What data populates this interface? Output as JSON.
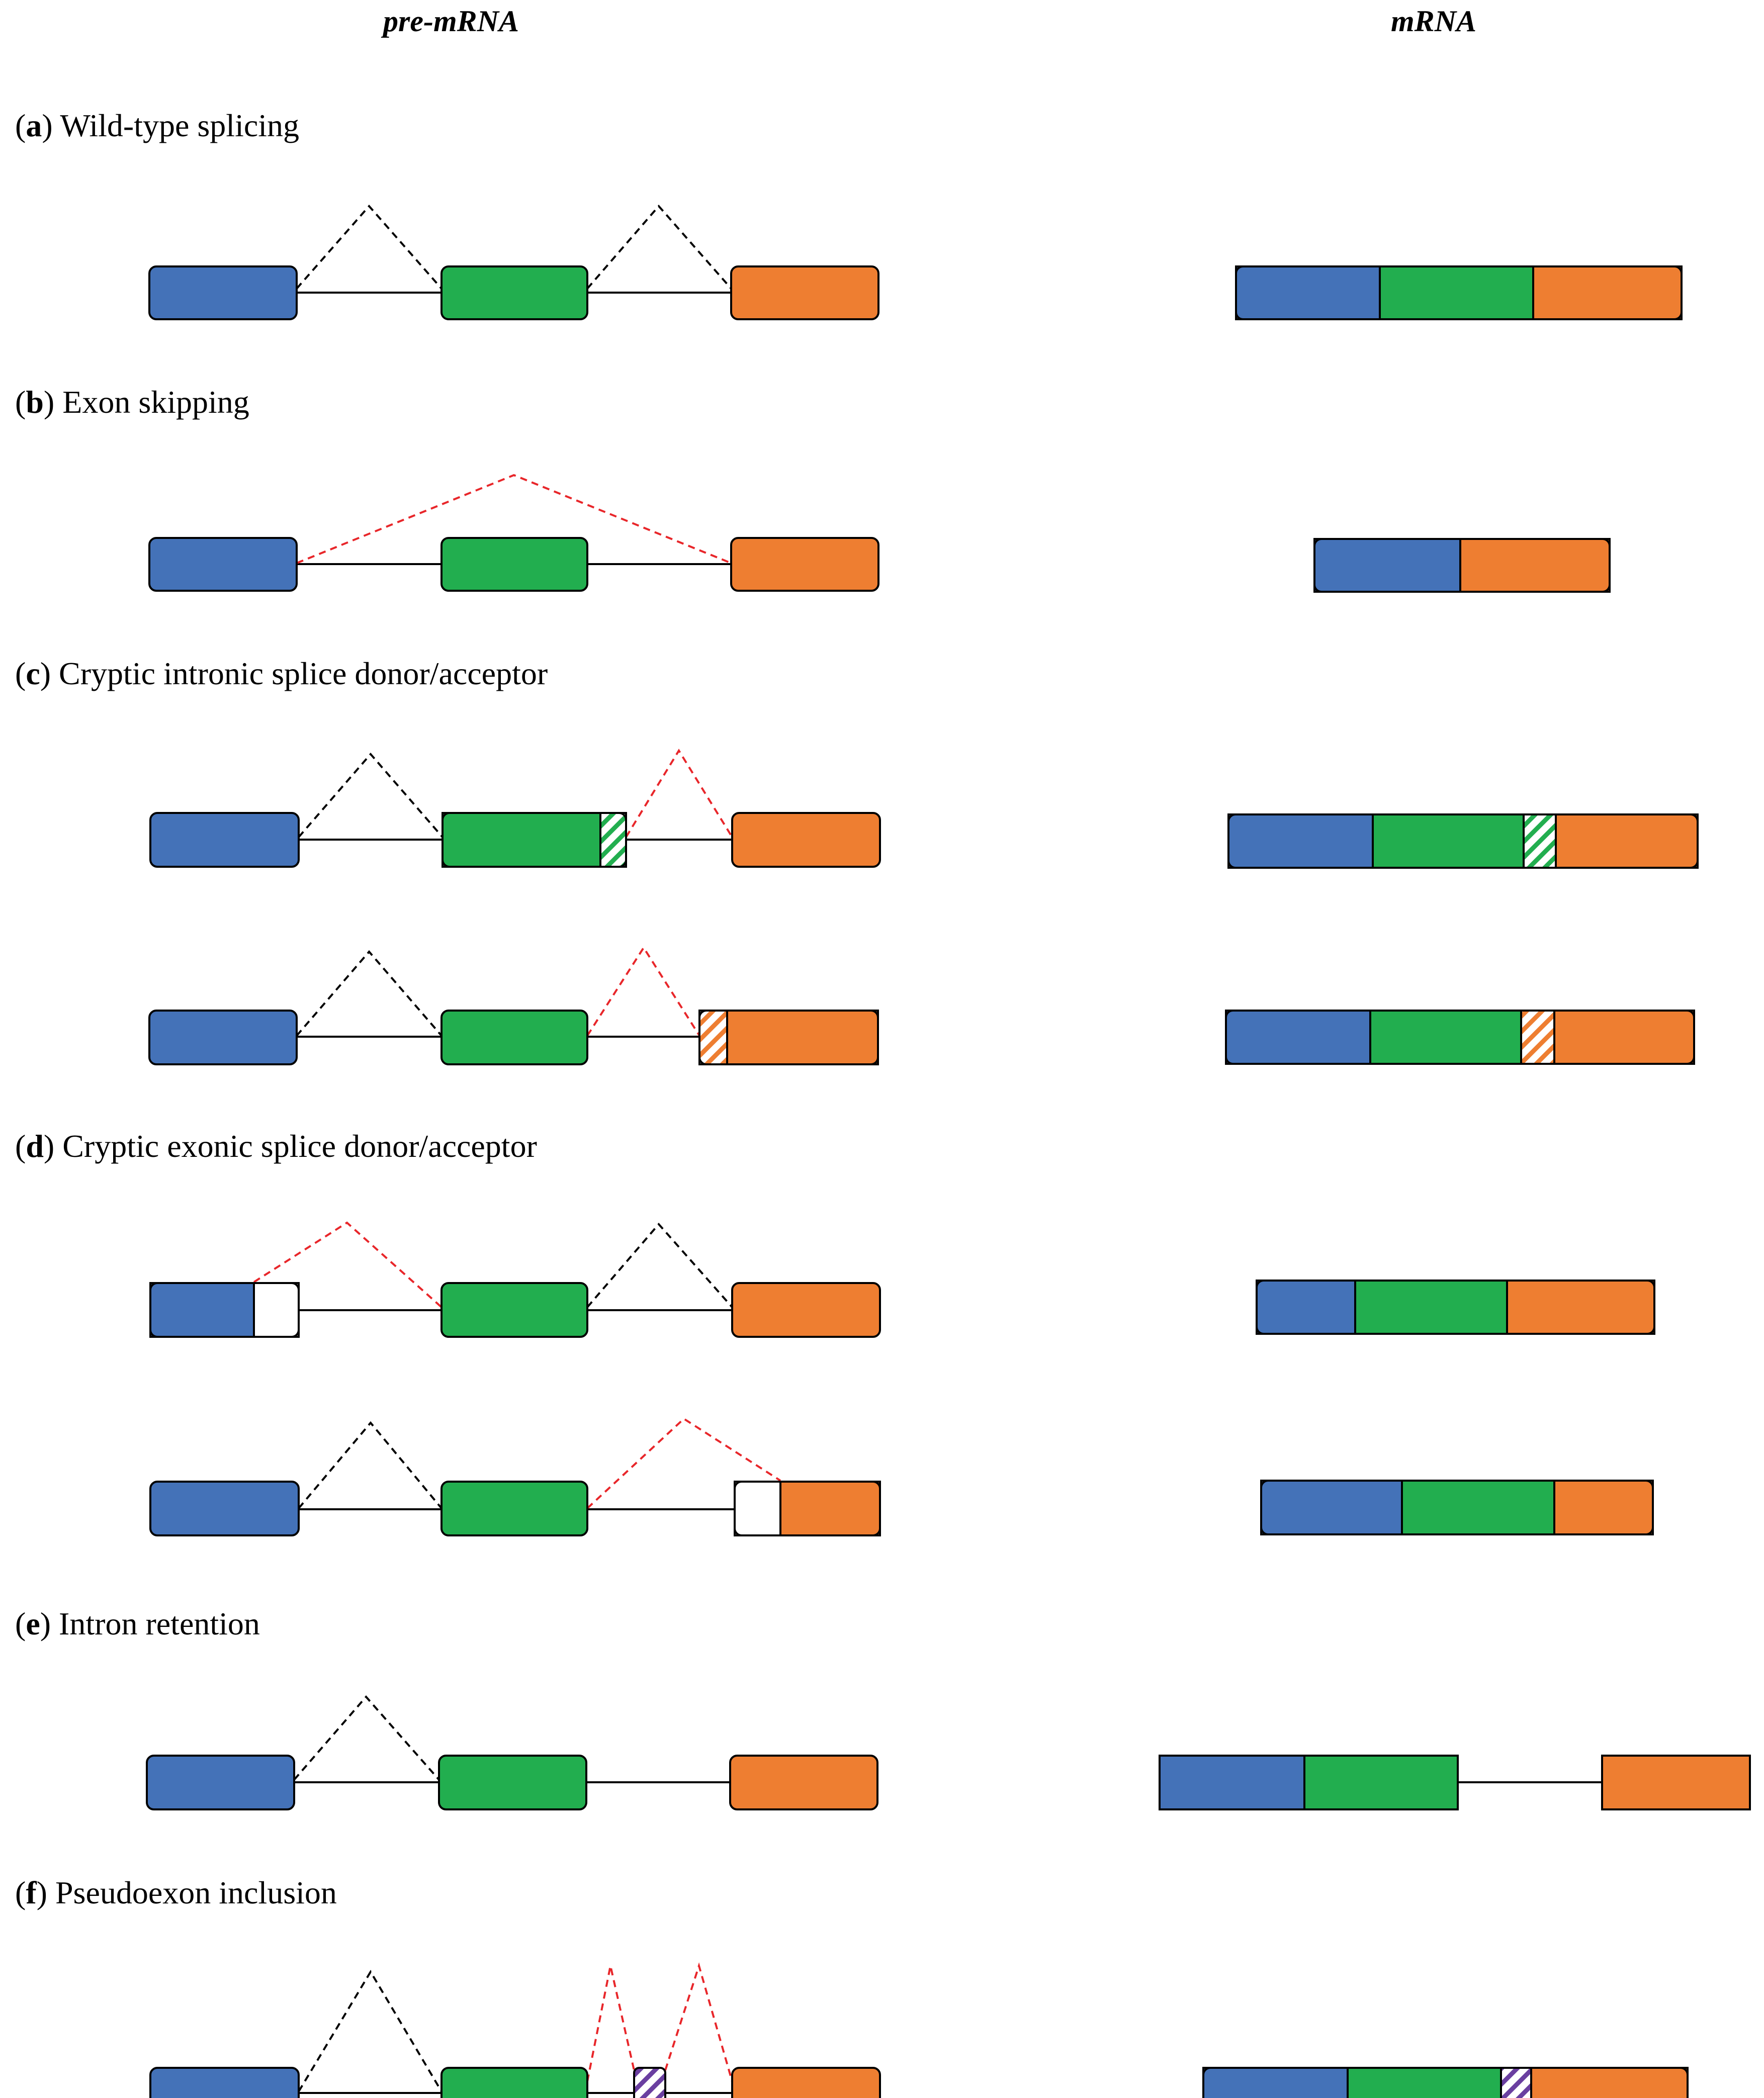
{
  "headers": {
    "left": "pre-mRNA",
    "right": "mRNA"
  },
  "sections": [
    {
      "letter": "a",
      "title": "Wild-type splicing",
      "pad": " "
    },
    {
      "letter": "b",
      "title": "Exon skipping",
      "pad": "  "
    },
    {
      "letter": "c",
      "title": "Cryptic intronic splice donor/acceptor",
      "pad": "  "
    },
    {
      "letter": "d",
      "title": "Cryptic exonic splice donor/acceptor",
      "pad": "  "
    },
    {
      "letter": "e",
      "title": "Intron retention",
      "pad": "  "
    },
    {
      "letter": "f",
      "title": "Pseudoexon inclusion",
      "pad": "  "
    }
  ],
  "colors": {
    "exon1": "#4472B8",
    "exon2": "#22AE4F",
    "exon3": "#EE7E31",
    "pseudoexon": "#6A3FA0",
    "aberrant_splice": "#E8262A",
    "normal_splice": "#000000"
  }
}
